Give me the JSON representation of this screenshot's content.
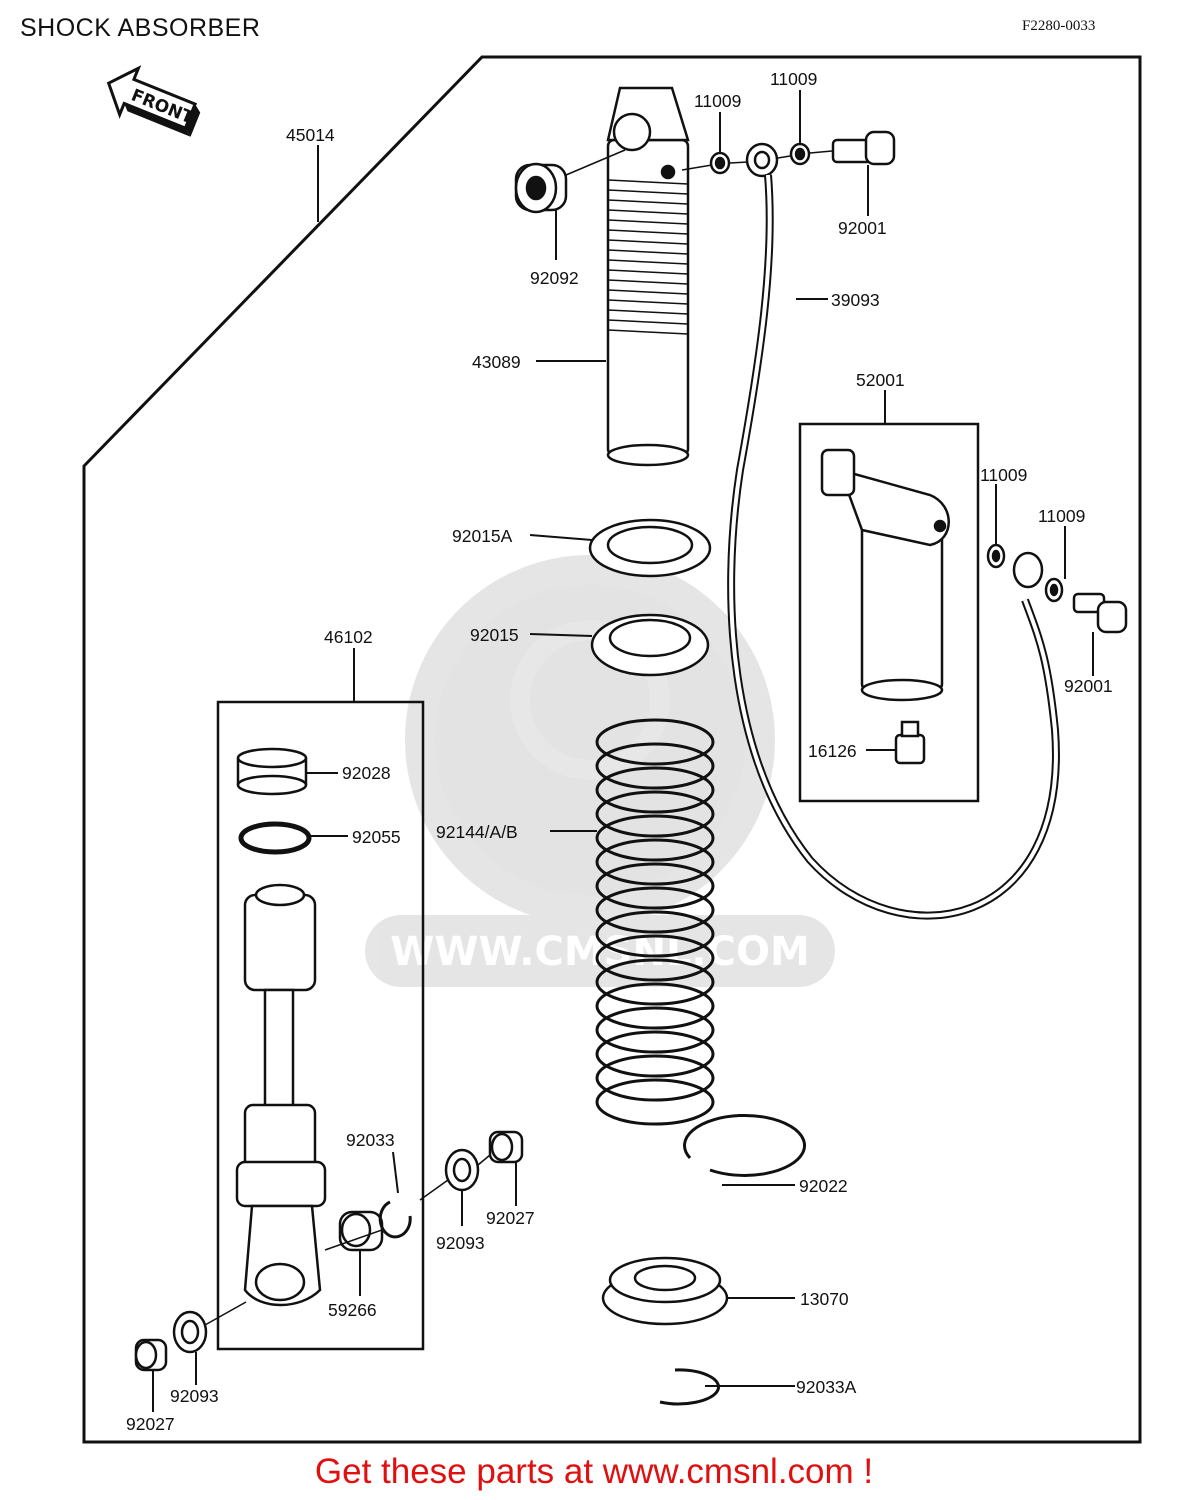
{
  "header": {
    "title": "SHOCK ABSORBER",
    "figure_code": "F2280-0033"
  },
  "front_arrow": {
    "label": "FRONT"
  },
  "watermark": {
    "text": "WWW.CMSNL.COM"
  },
  "parts": [
    {
      "id": "p45014",
      "label": "45014"
    },
    {
      "id": "p11009a",
      "label": "11009"
    },
    {
      "id": "p11009b",
      "label": "11009"
    },
    {
      "id": "p92092",
      "label": "92092"
    },
    {
      "id": "p92001a",
      "label": "92001"
    },
    {
      "id": "p39093",
      "label": "39093"
    },
    {
      "id": "p43089",
      "label": "43089"
    },
    {
      "id": "p52001",
      "label": "52001"
    },
    {
      "id": "p11009c",
      "label": "11009"
    },
    {
      "id": "p11009d",
      "label": "11009"
    },
    {
      "id": "p92015A",
      "label": "92015A"
    },
    {
      "id": "p92015",
      "label": "92015"
    },
    {
      "id": "p92001b",
      "label": "92001"
    },
    {
      "id": "p46102",
      "label": "46102"
    },
    {
      "id": "p16126",
      "label": "16126"
    },
    {
      "id": "p92028",
      "label": "92028"
    },
    {
      "id": "p92055",
      "label": "92055"
    },
    {
      "id": "p92144",
      "label": "92144/A/B"
    },
    {
      "id": "p92033",
      "label": "92033"
    },
    {
      "id": "p92022",
      "label": "92022"
    },
    {
      "id": "p92027a",
      "label": "92027"
    },
    {
      "id": "p92093a",
      "label": "92093"
    },
    {
      "id": "p59266",
      "label": "59266"
    },
    {
      "id": "p13070",
      "label": "13070"
    },
    {
      "id": "p92093b",
      "label": "92093"
    },
    {
      "id": "p92033A",
      "label": "92033A"
    },
    {
      "id": "p92027b",
      "label": "92027"
    }
  ],
  "footer": {
    "text": "Get these parts at www.cmsnl.com !"
  }
}
